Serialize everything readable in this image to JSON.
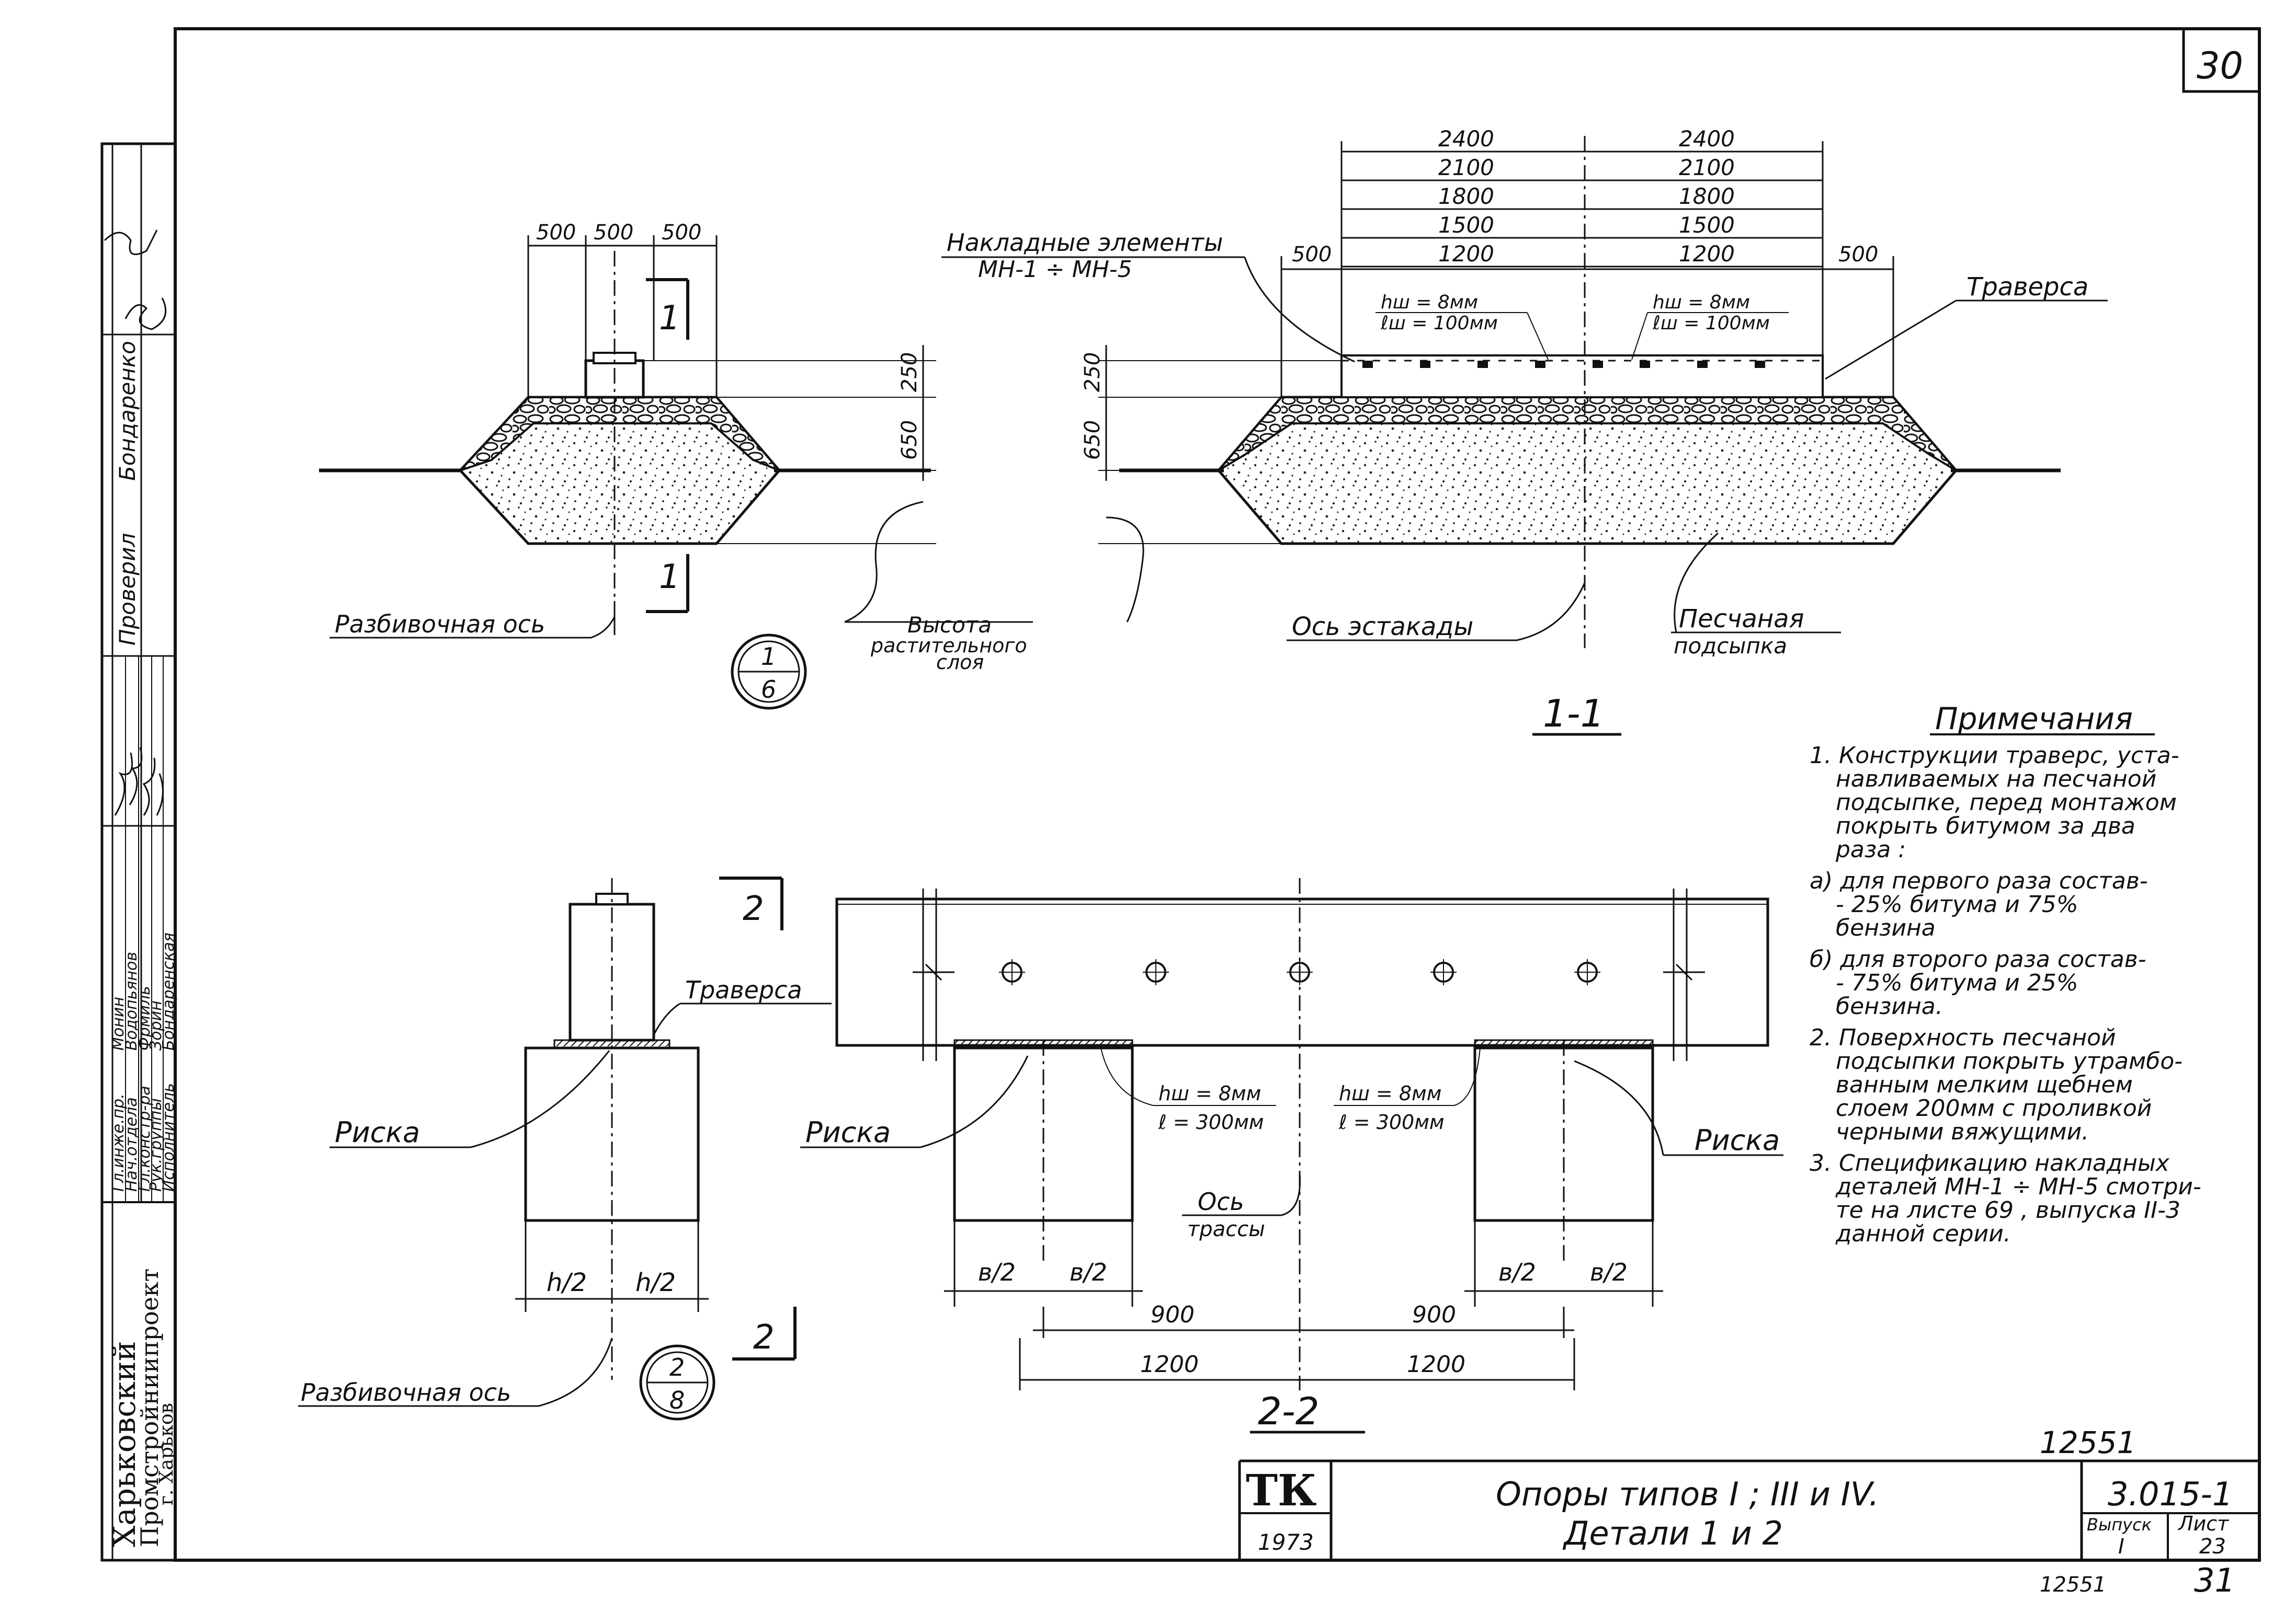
{
  "sheet": {
    "page_corner": "30",
    "code": "3.015-1",
    "vypusk_label": "Выпуск",
    "vypusk": "I",
    "list_label": "Лист",
    "list": "23",
    "title_line1": "Опоры типов I ; III и IV.",
    "title_line2": "Детали 1 и 2",
    "logo": "ТК",
    "year": "1973",
    "archive_number": "12551",
    "bottom_number": "12551",
    "bottom_page": "31"
  },
  "org": {
    "name_line1": "Харьковский",
    "name_line2": "Промстройниипроект",
    "city": "г. Харьков"
  },
  "stamp": {
    "checked_label": "Проверил",
    "checked_name": "Бондаренко",
    "rows": [
      {
        "role": "Гл.инже.пр.",
        "name": "Монин"
      },
      {
        "role": "Нач.отдела",
        "name": "Водопьянов"
      },
      {
        "role": "Гл.констр-ра",
        "name": "Фрмиль"
      },
      {
        "role": "Рук.группы",
        "name": "Зорин"
      },
      {
        "role": "Исполнитель",
        "name": "Бондаренская"
      }
    ]
  },
  "view_1_6": {
    "dims_top": [
      "500",
      "500",
      "500"
    ],
    "section_mark": "1",
    "dim_250": "250",
    "dim_650": "650",
    "axis_label": "Разбивочная ось",
    "height_label_1": "Высота",
    "height_label_2": "растительного",
    "height_label_3": "слоя",
    "callout_num": "1",
    "callout_den": "6"
  },
  "section_1_1": {
    "dims_left": [
      "2400",
      "2100",
      "1800",
      "1500",
      "1200"
    ],
    "dims_right": [
      "2400",
      "2100",
      "1800",
      "1500",
      "1200"
    ],
    "edge_left": "500",
    "edge_right": "500",
    "dim_250": "250",
    "dim_650": "650",
    "overlay_label_1": "Накладные элементы",
    "overlay_label_2": "МН-1 ÷ МН-5",
    "weld_left_h": "hш = 8мм",
    "weld_left_l": "ℓш = 100мм",
    "weld_right_h": "hш = 8мм",
    "weld_right_l": "ℓш = 100мм",
    "traverse_label": "Траверса",
    "axis_label": "Ось эстакады",
    "sand_label_1": "Песчаная",
    "sand_label_2": "подсыпка",
    "title": "1-1"
  },
  "view_2_8": {
    "section_mark": "2",
    "traverse_label": "Траверса",
    "mark_label": "Риска",
    "half_left": "h/2",
    "half_right": "h/2",
    "axis_label": "Разбивочная ось",
    "callout_num": "2",
    "callout_den": "8"
  },
  "section_2_2": {
    "mark_left": "Риска",
    "mark_right": "Риска",
    "weld_left_h": "hш = 8мм",
    "weld_left_l": "ℓ = 300мм",
    "weld_right_h": "hш = 8мм",
    "weld_right_l": "ℓ = 300мм",
    "axis_label_1": "Ось",
    "axis_label_2": "трассы",
    "b_halves": [
      "в/2",
      "в/2",
      "в/2",
      "в/2"
    ],
    "dim_900_left": "900",
    "dim_900_right": "900",
    "dim_1200_left": "1200",
    "dim_1200_right": "1200",
    "title": "2-2"
  },
  "notes": {
    "heading": "Примечания",
    "lines": [
      "1. Конструкции траверс, уста-",
      "навливаемых на песчаной",
      "подсыпке, перед монтажом",
      "покрыть битумом за два",
      "раза :",
      "а) для первого раза состав-",
      "- 25% битума и 75%",
      "бензина",
      "б) для второго раза состав-",
      "- 75% битума и 25%",
      "бензина.",
      "2. Поверхность песчаной",
      "подсыпки покрыть утрамбо-",
      "ванным мелким щебнем",
      "слоем 200мм с проливкой",
      "черными вяжущими.",
      "3. Спецификацию накладных",
      "деталей МН-1 ÷ МН-5 смотри-",
      "те на листе 69 , выпуска II-3",
      "данной серии."
    ]
  }
}
